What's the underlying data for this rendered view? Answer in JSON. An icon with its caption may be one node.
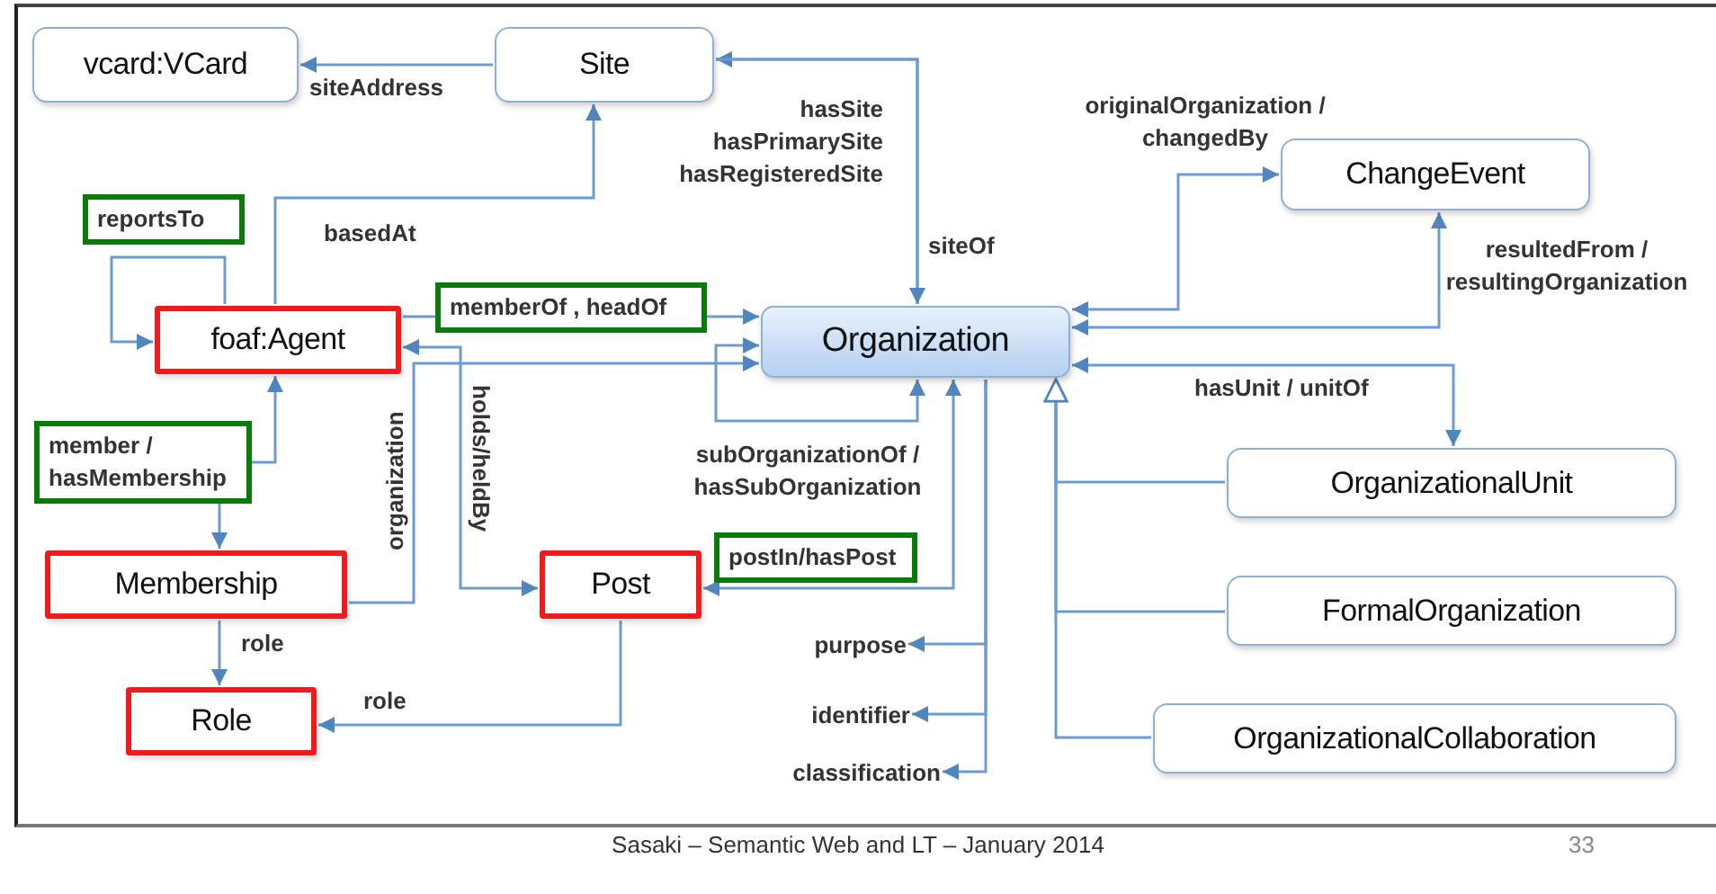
{
  "diagram": {
    "nodes": [
      {
        "text": [
          "vcard:VCard"
        ]
      },
      {
        "text": [
          "Site"
        ]
      },
      {
        "text": [
          "foaf:Agent"
        ]
      },
      {
        "text": [
          "Organization"
        ]
      },
      {
        "text": [
          "ChangeEvent"
        ]
      },
      {
        "text": [
          "Membership"
        ]
      },
      {
        "text": [
          "Post"
        ]
      },
      {
        "text": [
          "Role"
        ]
      },
      {
        "text": [
          "OrganizationalUnit"
        ]
      },
      {
        "text": [
          "FormalOrganization"
        ]
      },
      {
        "text": [
          "OrganizationalCollaboration"
        ]
      },
      {
        "text": [
          "purpose"
        ]
      },
      {
        "text": [
          "identifier"
        ]
      },
      {
        "text": [
          "classification"
        ]
      }
    ],
    "edges": [
      {
        "from": 1,
        "to": 0,
        "arrow": "to",
        "label": "siteAddress"
      },
      {
        "from": 3,
        "to": 1,
        "arrow": "to",
        "label": "hasSite hasPrimarySite hasRegisteredSite"
      },
      {
        "from": 1,
        "to": 3,
        "arrow": "to",
        "label": "siteOf"
      },
      {
        "from": 3,
        "to": 4,
        "arrow": "both",
        "label": "originalOrganization / changedBy"
      },
      {
        "from": 3,
        "to": 4,
        "arrow": "both",
        "label": "resultedFrom / resultingOrganization"
      },
      {
        "from": 3,
        "to": 8,
        "arrow": "both",
        "label": "hasUnit / unitOf"
      },
      {
        "from": 3,
        "to": 3,
        "arrow": "both",
        "label": "subOrganizationOf / hasSubOrganization"
      },
      {
        "from": 2,
        "to": 2,
        "arrow": "to",
        "label": "reportsTo"
      },
      {
        "from": 2,
        "to": 1,
        "arrow": "to",
        "label": "basedAt"
      },
      {
        "from": 2,
        "to": 3,
        "arrow": "to",
        "label": "memberOf , headOf"
      },
      {
        "from": 2,
        "to": 5,
        "arrow": "both",
        "label": "member / hasMembership"
      },
      {
        "from": 5,
        "to": 3,
        "arrow": "to",
        "label": "organization"
      },
      {
        "from": 2,
        "to": 6,
        "arrow": "both",
        "label": "holds/heldBy"
      },
      {
        "from": 6,
        "to": 3,
        "arrow": "both",
        "label": "postIn/hasPost"
      },
      {
        "from": 6,
        "to": 7,
        "arrow": "to",
        "label": "role"
      },
      {
        "from": 5,
        "to": 7,
        "arrow": "to",
        "label": "role"
      },
      {
        "from": 3,
        "to": 11,
        "arrow": "to"
      },
      {
        "from": 3,
        "to": 12,
        "arrow": "to"
      },
      {
        "from": 3,
        "to": 13,
        "arrow": "to"
      },
      {
        "from": 8,
        "to": 3,
        "arrow": "to"
      },
      {
        "from": 9,
        "to": 3,
        "arrow": "to"
      },
      {
        "from": 10,
        "to": 3,
        "arrow": "to"
      }
    ],
    "labels": [
      "Sasaki – Semantic Web and LT – January 2014",
      "33"
    ]
  }
}
